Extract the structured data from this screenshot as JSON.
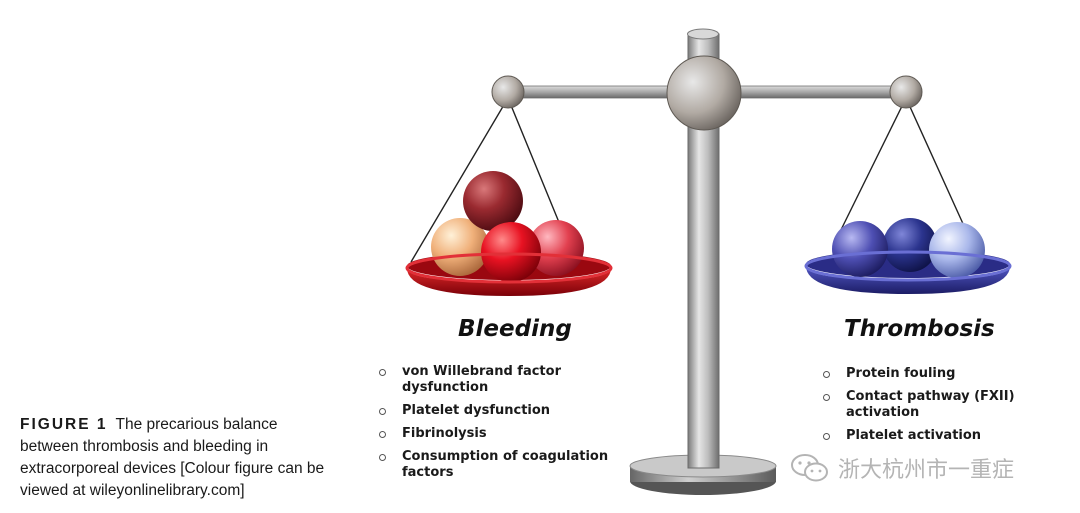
{
  "caption": {
    "label": "FIGURE 1",
    "text": "The precarious balance between thrombosis and bleeding in extracorporeal devices [Colour figure can be viewed at wileyonlinelibrary.com]"
  },
  "bleeding": {
    "title": "Bleeding",
    "items": [
      "von Willebrand factor dysfunction",
      "Platelet dysfunction",
      "Fibrinolysis",
      "Consumption of coagulation factors"
    ]
  },
  "thrombosis": {
    "title": "Thrombosis",
    "items": [
      "Protein fouling",
      "Contact pathway (FXII) activation",
      "Platelet activation"
    ]
  },
  "watermark": {
    "text": "浙大杭州市一重症",
    "icon": "wechat-icon"
  },
  "colors": {
    "bleeding_pan": "#c8101a",
    "thrombosis_pan": "#343799",
    "scale_metal": "#a9a9a9"
  }
}
